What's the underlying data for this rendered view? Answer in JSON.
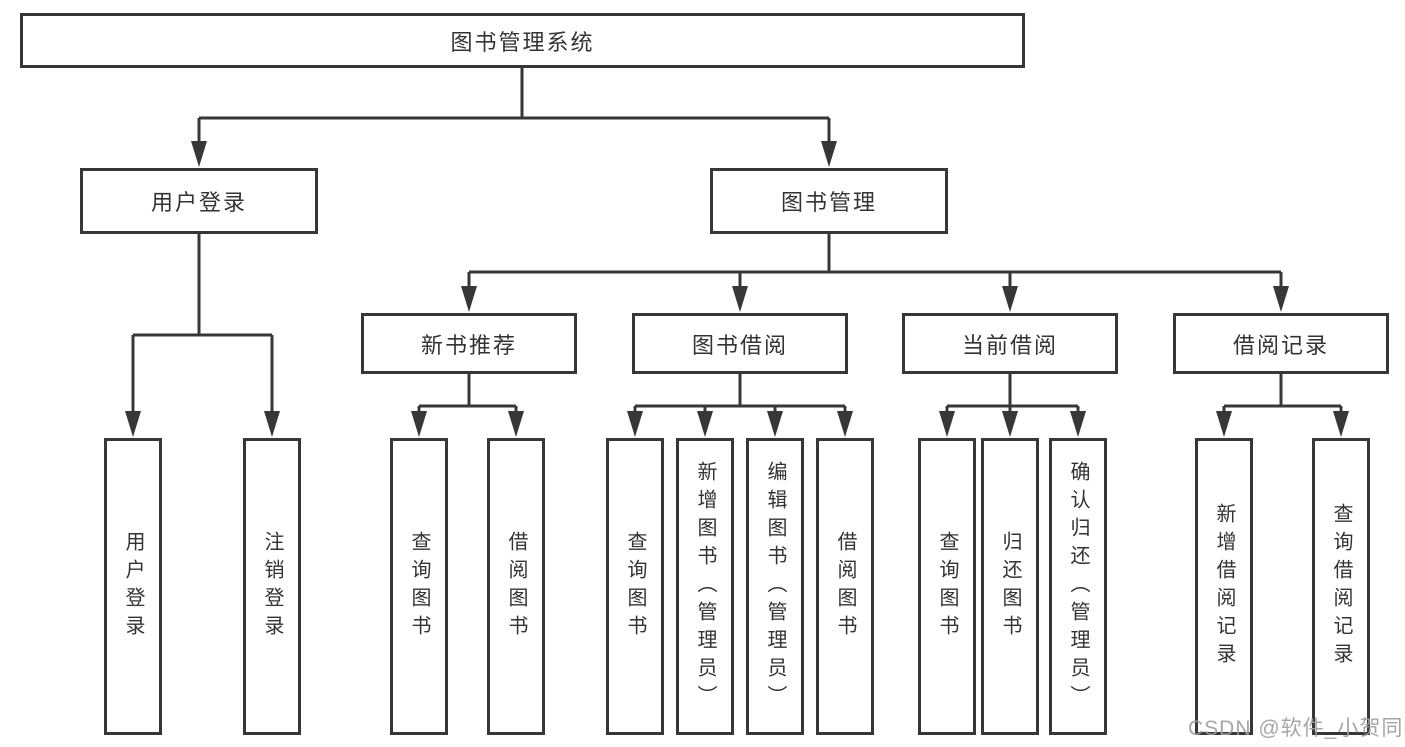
{
  "tree": {
    "label": "图书管理系统",
    "children": [
      {
        "label": "用户登录",
        "children": [
          {
            "label": "用户登录"
          },
          {
            "label": "注销登录"
          }
        ]
      },
      {
        "label": "图书管理",
        "children": [
          {
            "label": "新书推荐",
            "children": [
              {
                "label": "查询图书"
              },
              {
                "label": "借阅图书"
              }
            ]
          },
          {
            "label": "图书借阅",
            "children": [
              {
                "label": "查询图书"
              },
              {
                "label": "新增图书（管理员）"
              },
              {
                "label": "编辑图书（管理员）"
              },
              {
                "label": "借阅图书"
              }
            ]
          },
          {
            "label": "当前借阅",
            "children": [
              {
                "label": "查询图书"
              },
              {
                "label": "归还图书"
              },
              {
                "label": "确认归还（管理员）"
              }
            ]
          },
          {
            "label": "借阅记录",
            "children": [
              {
                "label": "新增借阅记录"
              },
              {
                "label": "查询借阅记录"
              }
            ]
          }
        ]
      }
    ]
  },
  "watermark": {
    "text": "CSDN @软件_小贺同学"
  },
  "colors": {
    "line": "#373737",
    "box_border": "#373737",
    "box_background": "#ffffff",
    "text": "#333333",
    "page_background": "#ffffff",
    "watermark": "#9e9e9e"
  }
}
